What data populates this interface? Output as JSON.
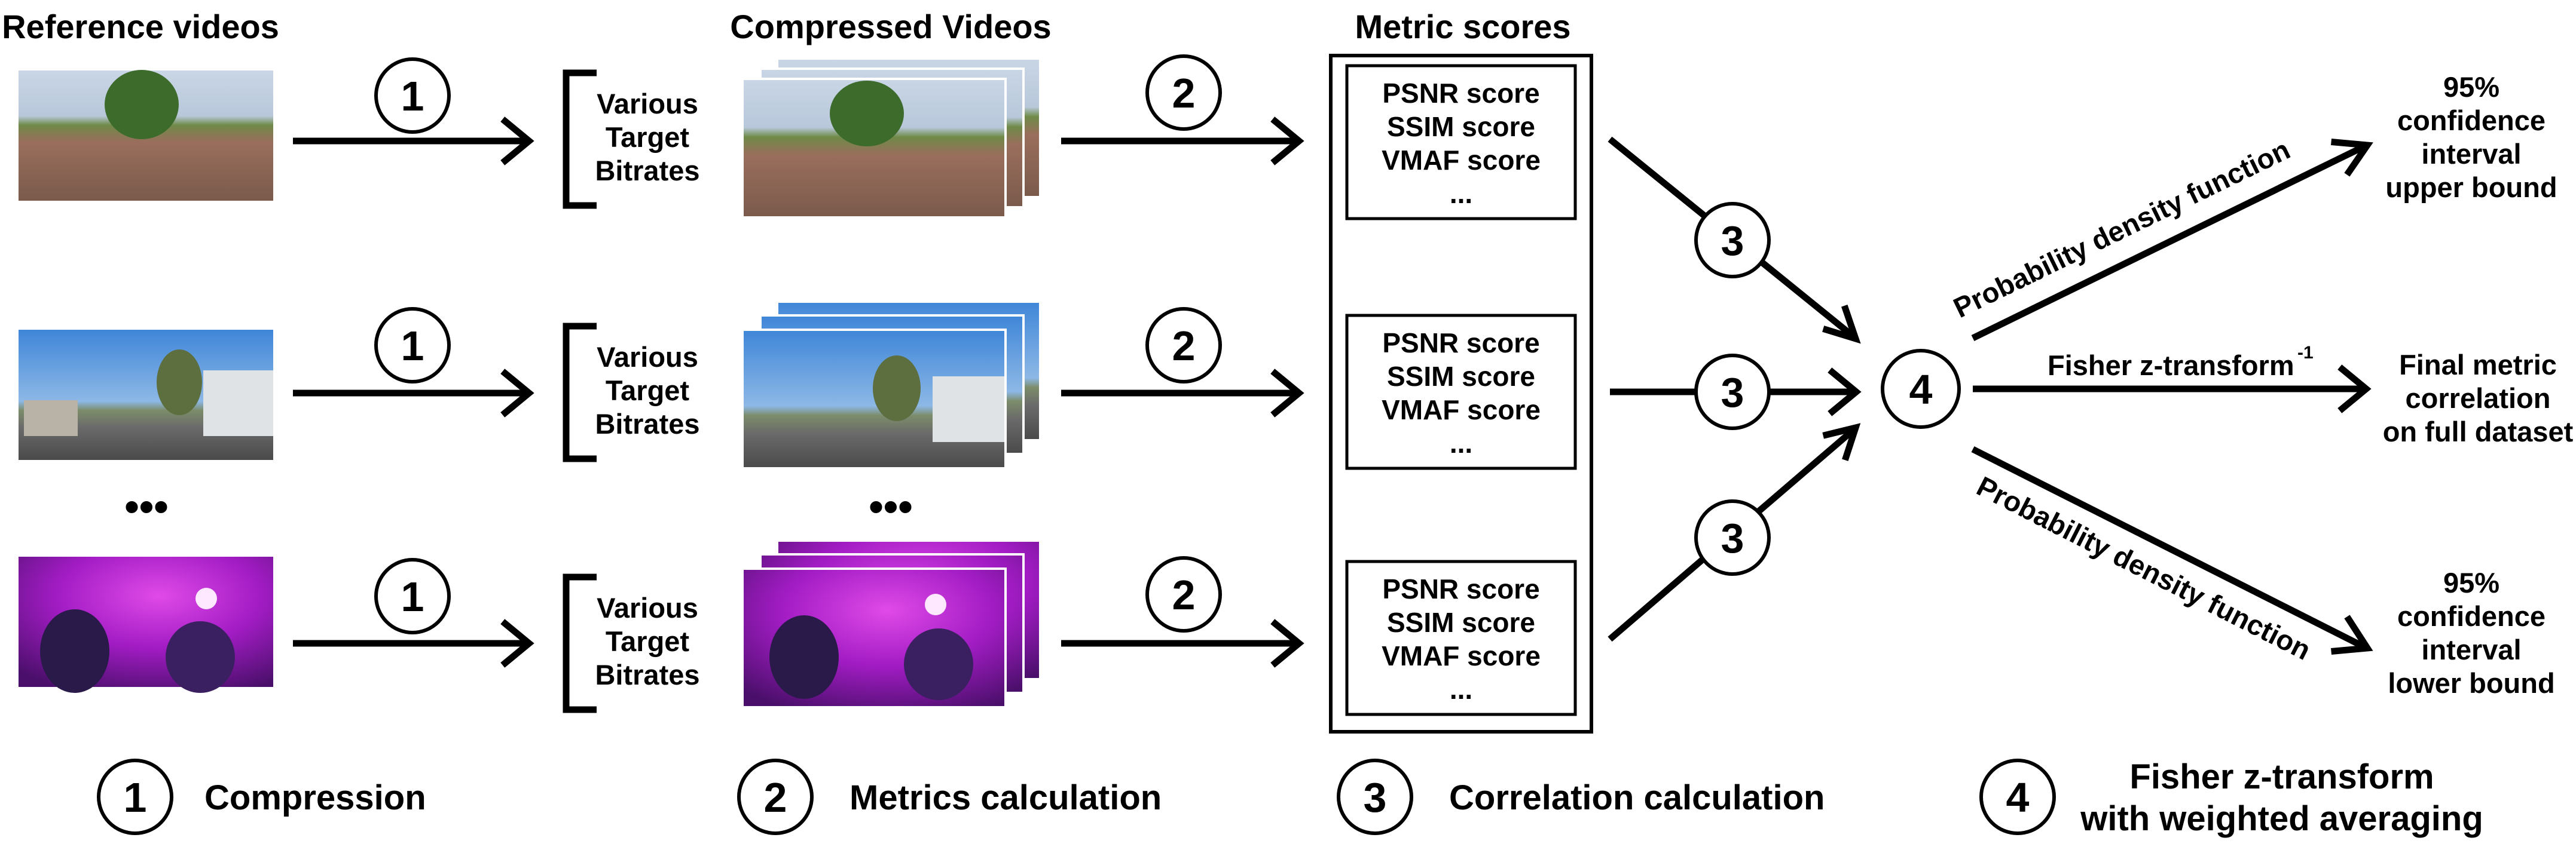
{
  "headers": {
    "reference": "Reference videos",
    "compressed": "Compressed Videos",
    "metrics": "Metric scores"
  },
  "bitrates": [
    "Various",
    "Target",
    "Bitrates"
  ],
  "steps": {
    "s1": "1",
    "s2": "2",
    "s3": "3",
    "s4": "4"
  },
  "ellipsis": "•••",
  "metric_box": {
    "psnr": "PSNR score",
    "ssim": "SSIM score",
    "vmaf": "VMAF score",
    "more": "..."
  },
  "labels": {
    "pdf": "Probability density function",
    "fisher_inv": "Fisher z-transform",
    "fisher_inv_sup": "-1"
  },
  "outputs": {
    "upper": [
      "95%",
      "confidence",
      "interval",
      "upper bound"
    ],
    "final": [
      "Final metric",
      "correlation",
      "on full dataset"
    ],
    "lower": [
      "95%",
      "confidence",
      "interval",
      "lower bound"
    ]
  },
  "legend": {
    "l1": "Compression",
    "l2": "Metrics calculation",
    "l3": "Correlation calculation",
    "l4_line1": "Fisher z-transform",
    "l4_line2": "with weighted averaging"
  },
  "colors": {
    "sky": "#b9c9dd",
    "grass": "#5f7d3a",
    "crowd": "#8a6a5a",
    "tree": "#3d6b2c",
    "road_sky": "#4e8fd8",
    "road": "#6a6a6a",
    "concert": "#b020d0",
    "concert_dark": "#5a1a78"
  }
}
